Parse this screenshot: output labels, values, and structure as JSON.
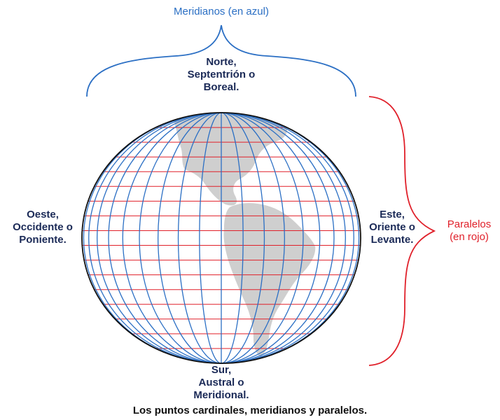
{
  "labels": {
    "meridians": "Meridianos (en azul)",
    "north": [
      "Norte,",
      "Septentrión o",
      "Boreal."
    ],
    "south": [
      "Sur,",
      "Austral o",
      "Meridional."
    ],
    "west": [
      "Oeste,",
      "Occidente o",
      "Poniente."
    ],
    "east": [
      "Este,",
      "Oriente o",
      "Levante."
    ],
    "parallels": [
      "Paralelos",
      "(en rojo)"
    ]
  },
  "caption": "Los puntos cardinales, meridianos y paralelos.",
  "colors": {
    "meridian": "#2b6fc4",
    "parallel": "#e0202a",
    "text": "#1b2a57",
    "land": "#cfcfcf",
    "outline": "#111111"
  },
  "globe": {
    "meridian_count": 19,
    "parallel_count": 16
  }
}
